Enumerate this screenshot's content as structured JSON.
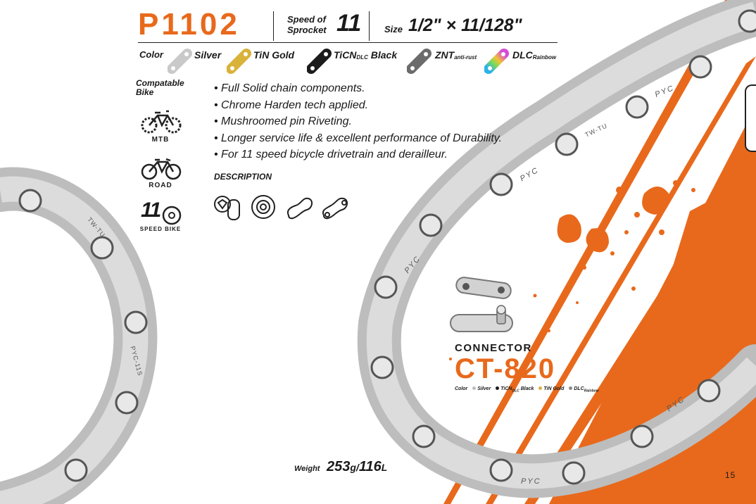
{
  "header": {
    "model": "P1102",
    "speed_label_line1": "Speed of",
    "speed_label_line2": "Sprocket",
    "speed_value": "11",
    "size_label": "Size",
    "size_value": "1/2\" × 11/128\""
  },
  "colors": {
    "label": "Color",
    "items": [
      {
        "name": "Silver",
        "sub": "",
        "hex": "#c9c9c9"
      },
      {
        "name": "TiN Gold",
        "sub": "",
        "hex": "#d9b23a"
      },
      {
        "name": "TiCN",
        "sub": "DLC",
        "suffix": " Black",
        "hex": "#1c1c1c"
      },
      {
        "name": "ZNT",
        "sub": "anti-rust",
        "suffix": "",
        "hex": "#6b6b6b"
      },
      {
        "name": "DLC",
        "sub": "Rainbow",
        "suffix": "",
        "hex": "#8a5cd6"
      }
    ]
  },
  "compatible": {
    "label_line1": "Compatable",
    "label_line2": "Bike",
    "bikes": [
      {
        "label": "MTB",
        "icon": "mtb-bike-icon"
      },
      {
        "label": "ROAD",
        "icon": "road-bike-icon"
      },
      {
        "label": "SPEED BIKE",
        "icon": "speed-bike-icon"
      }
    ],
    "speed_icon_text": "11"
  },
  "features": [
    "Full Solid chain components.",
    "Chrome Harden tech applied.",
    "Mushroomed pin Riveting.",
    "Longer service life & excellent performance of Durability.",
    "For 11 speed bicycle drivetrain and derailleur."
  ],
  "description": {
    "label": "DESCRIPTION",
    "icons": [
      "solid-pin-icon",
      "chrome-harden-icon",
      "outer-plate-icon",
      "inner-plate-icon"
    ]
  },
  "connector": {
    "label": "CONNECTOR",
    "model": "CT-820",
    "color_label": "Color",
    "colors": [
      {
        "name": "Silver",
        "sub": "",
        "hex": "#bdbdbd"
      },
      {
        "name": "TiCN",
        "sub": "DLC",
        "suffix": " Black",
        "hex": "#1c1c1c"
      },
      {
        "name": "TiN Gold",
        "sub": "",
        "hex": "#d9b23a"
      },
      {
        "name": "DLC",
        "sub": "Rainbow",
        "suffix": "",
        "hex": "#8a8a8a"
      }
    ]
  },
  "chain_plate_text": {
    "brand": "PYC",
    "a": "TW-TU",
    "b": "PYC-11S",
    "c": "TW-TU"
  },
  "weight": {
    "label": "Weight",
    "value": "253",
    "unit1": "g/",
    "value2": "116",
    "unit2": "L"
  },
  "page_number": "15",
  "accent_color": "#e8691c"
}
